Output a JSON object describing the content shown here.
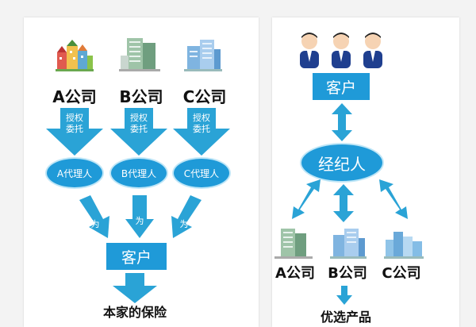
{
  "left": {
    "companies": [
      {
        "label": "A公司",
        "icon": "colorful-houses-icon"
      },
      {
        "label": "B公司",
        "icon": "office-tower-icon"
      },
      {
        "label": "C公司",
        "icon": "blue-building-icon"
      }
    ],
    "authorize": [
      "授权\n委托",
      "授权\n委托",
      "授权\n委托"
    ],
    "agents": [
      "A代理人",
      "B代理人",
      "C代理人"
    ],
    "for_label": "为",
    "client": "客户",
    "result": "本家的保险"
  },
  "right": {
    "people_icon": "businessmen-icon",
    "client": "客户",
    "broker": "经纪人",
    "companies": [
      "A公司",
      "B公司",
      "C公司"
    ],
    "result": "优选产品"
  },
  "colors": {
    "accent": "#1f9ad8",
    "light": "#2aa3d6"
  }
}
